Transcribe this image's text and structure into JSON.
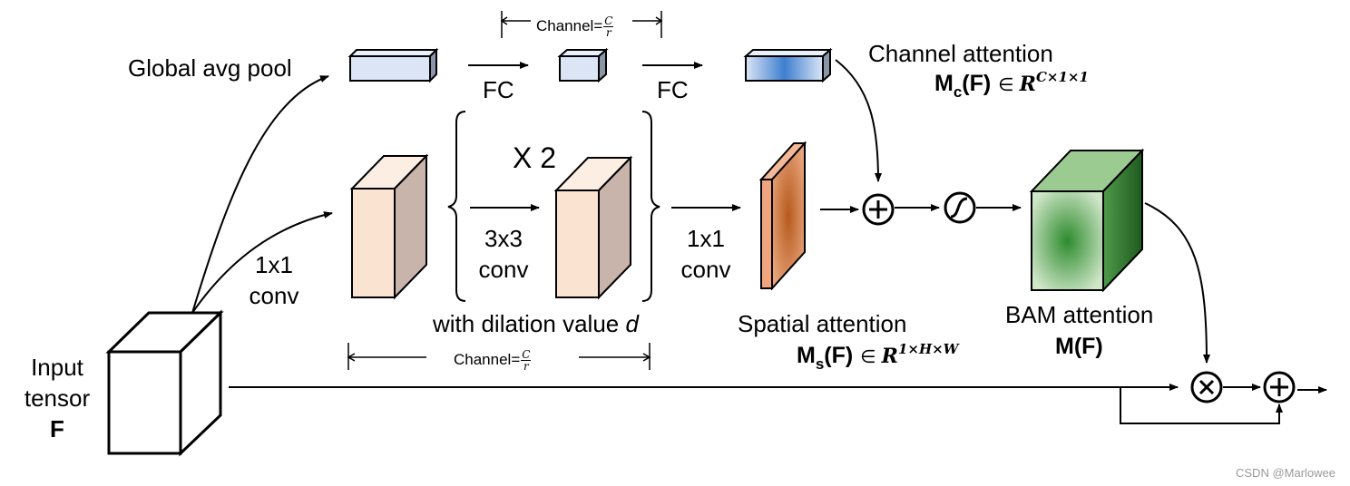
{
  "labels": {
    "global_avg_pool": "Global avg pool",
    "fc1": "FC",
    "fc2": "FC",
    "channel_top_prefix": "Channel=",
    "channel_bottom_prefix": "Channel=",
    "frac_num": "C",
    "frac_den": "r",
    "x2": "X 2",
    "conv3x3_l1": "3x3",
    "conv3x3_l2": "conv",
    "conv1x1_left_l1": "1x1",
    "conv1x1_left_l2": "conv",
    "conv1x1_right_l1": "1x1",
    "conv1x1_right_l2": "conv",
    "dilation_text": "with dilation value ",
    "dilation_var": "d",
    "channel_attention": "Channel attention",
    "mc_main": "M",
    "mc_sub": "c",
    "mc_arg": "(F)",
    "mc_elem": "∈",
    "mc_set": "R",
    "mc_dims": "C×1×1",
    "spatial_attention": "Spatial attention",
    "ms_main": "M",
    "ms_sub": "s",
    "ms_arg": "(F)",
    "ms_elem": "∈",
    "ms_set": "R",
    "ms_dims": "1×H×W",
    "bam_attention": "BAM attention",
    "bam_formula": "M(F)",
    "input_l1": "Input",
    "input_l2": "tensor",
    "input_l3": "F",
    "watermark": "CSDN @Marlowee"
  },
  "ops": {
    "add_symbol": "⊕",
    "mul_symbol": "⊗",
    "sigmoid_symbol": "sigmoid"
  },
  "colors": {
    "pink_face": "#fbe3d2",
    "pink_side": "#c8b4aa",
    "light_blue": "#dbe5f5",
    "blue_gradient_center": "#3e7fcf",
    "green_center": "#2e8b2e",
    "green_edge": "#cfe6c8",
    "spatial_center": "#b75a1e",
    "spatial_edge": "#e8a67c"
  }
}
